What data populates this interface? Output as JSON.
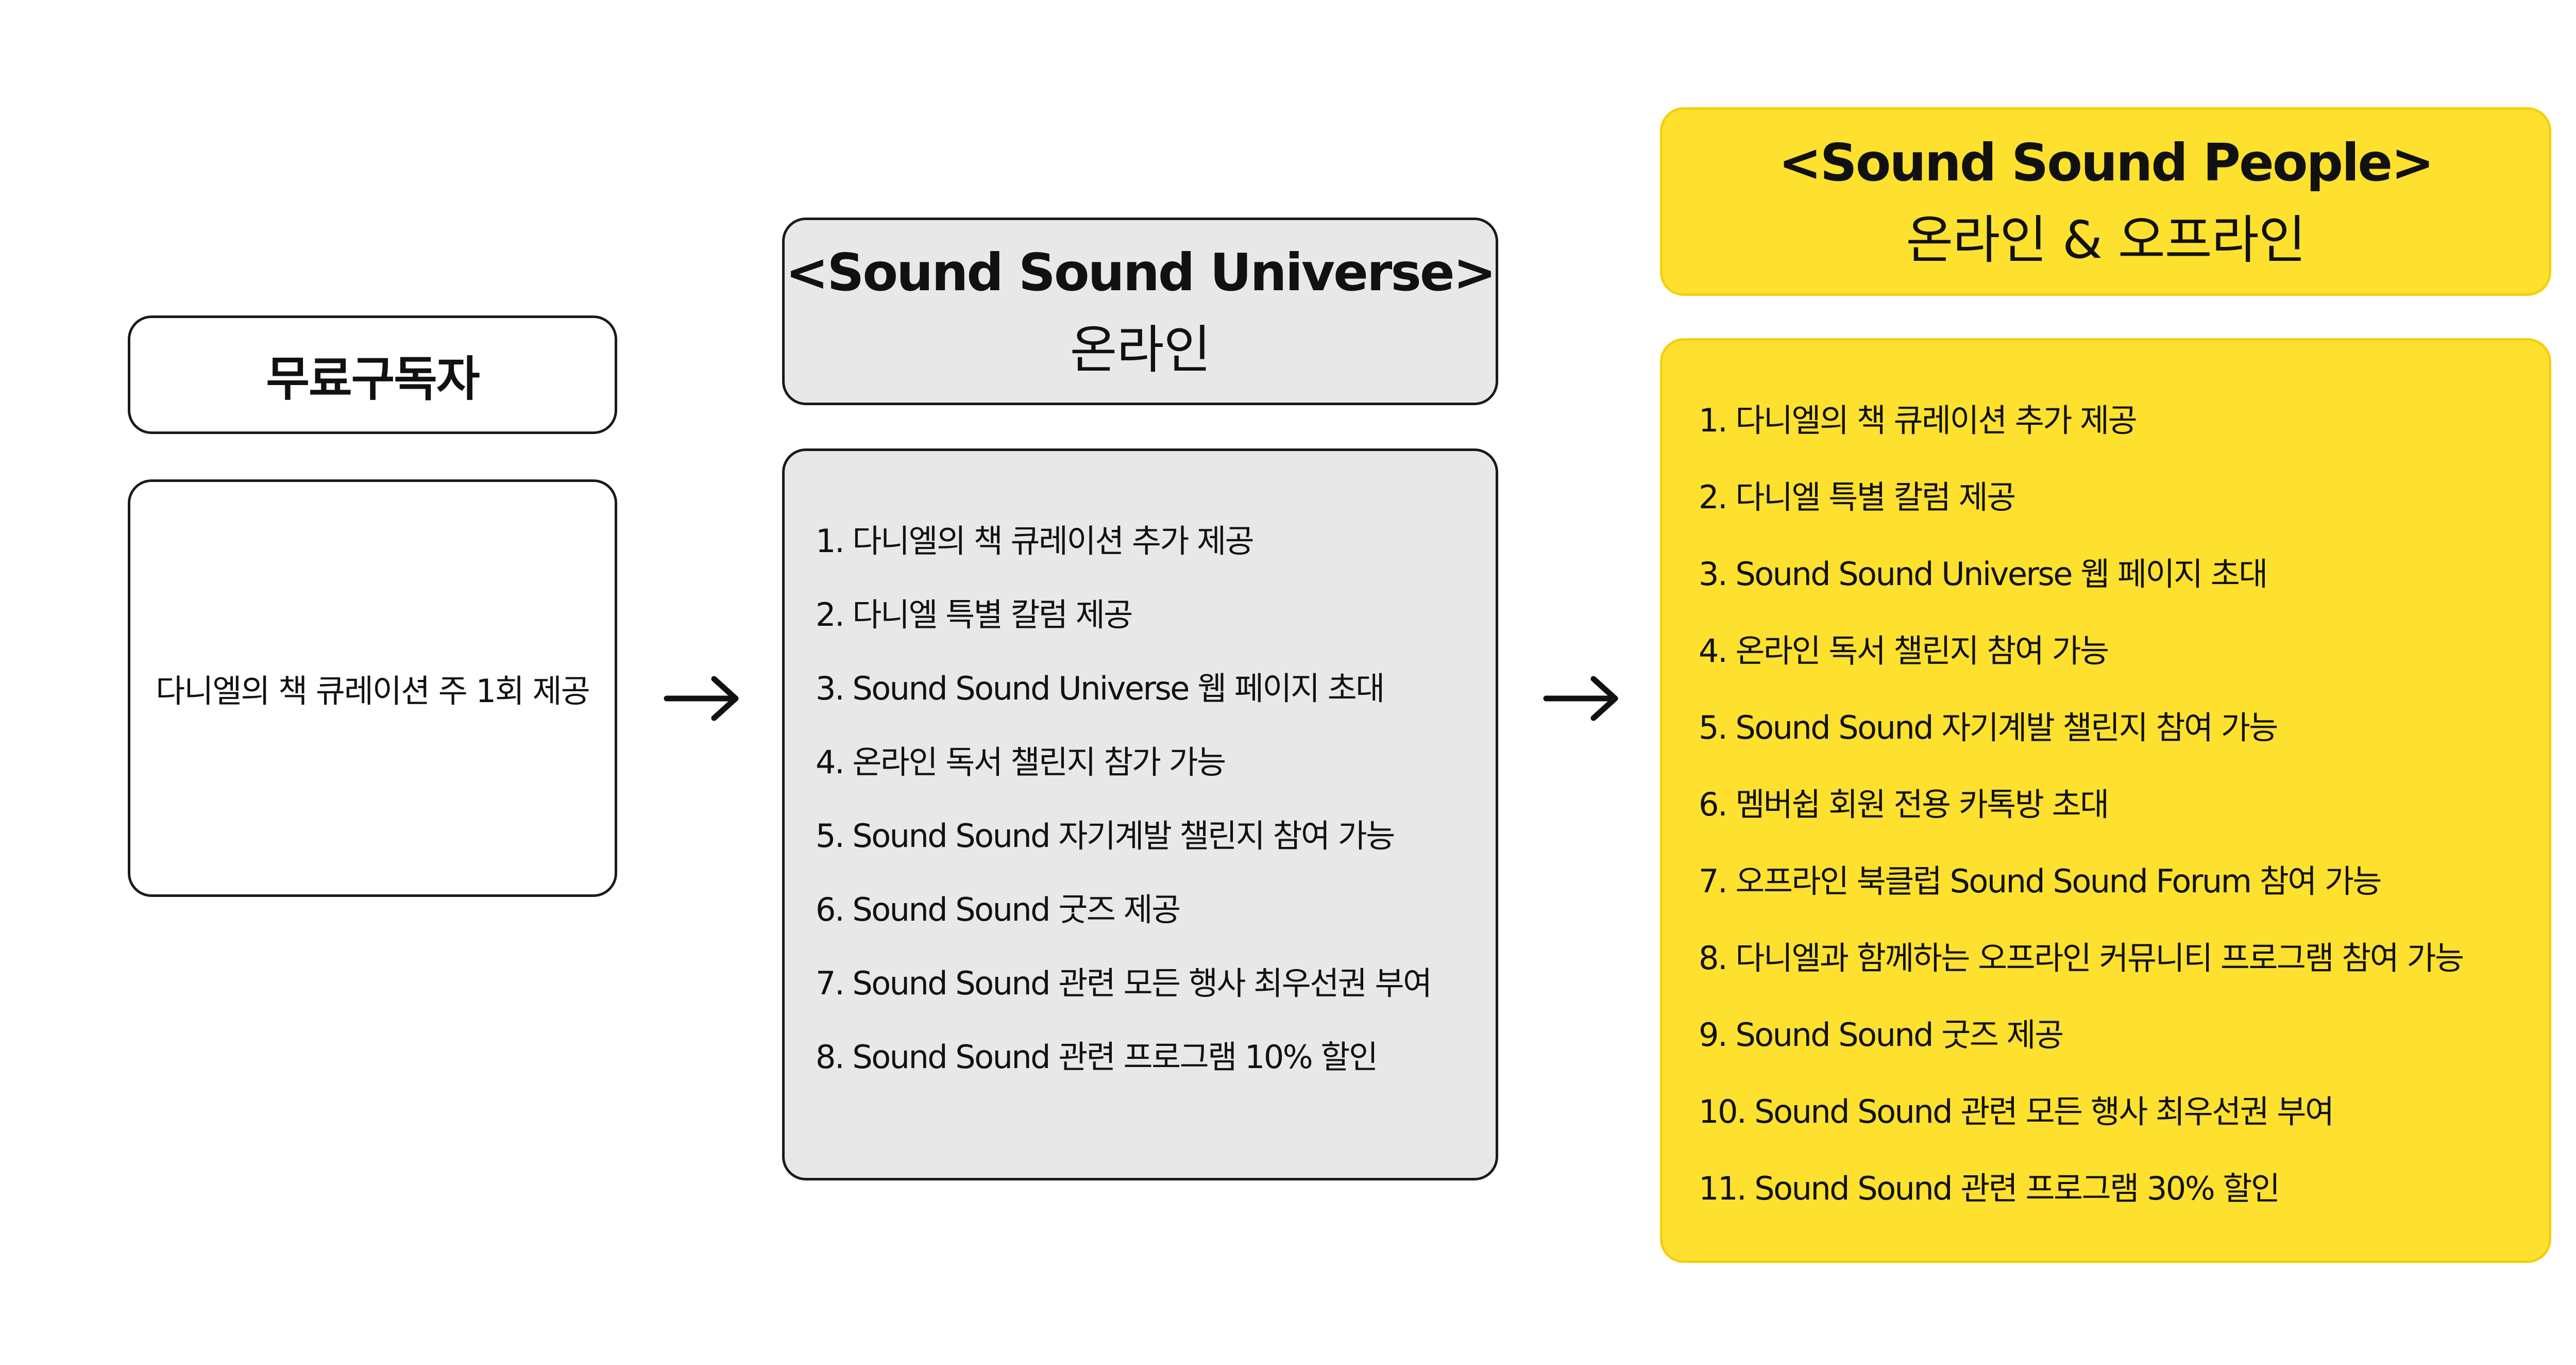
{
  "free_tier": {
    "title": "무료구독자",
    "description": "다니엘의 책 큐레이션 주 1회 제공"
  },
  "universe_tier": {
    "title_en": "<Sound Sound Universe>",
    "title_ko": "온라인",
    "benefits": [
      "1. 다니엘의 책 큐레이션 추가 제공",
      "2. 다니엘 특별 칼럼 제공",
      "3. Sound Sound Universe 웹 페이지 초대",
      "4. 온라인 독서 챌린지 참가 가능",
      "5. Sound Sound 자기계발 챌린지 참여 가능",
      "6. Sound Sound 굿즈 제공",
      "7. Sound Sound 관련 모든 행사 최우선권 부여",
      "8. Sound Sound 관련 프로그램 10% 할인"
    ]
  },
  "people_tier": {
    "title_en": "<Sound Sound People>",
    "title_ko": "온라인 & 오프라인",
    "benefits": [
      "1. 다니엘의 책 큐레이션 추가 제공",
      "2. 다니엘 특별 칼럼 제공",
      "3. Sound Sound Universe 웹 페이지 초대",
      "4. 온라인 독서 챌린지 참여 가능",
      "5. Sound Sound 자기계발 챌린지 참여 가능",
      "6. 멤버쉽 회원 전용 카톡방 초대",
      "7. 오프라인 북클럽 Sound Sound Forum 참여 가능",
      "8. 다니엘과 함께하는 오프라인 커뮤니티 프로그램 참여 가능",
      "9. Sound Sound 굿즈 제공",
      "10. Sound Sound 관련 모든 행사 최우선권 부여",
      "11. Sound Sound 관련 프로그램 30% 할인"
    ]
  },
  "icons": {
    "connector": "arrow-right-icon"
  },
  "colors": {
    "yellow_fill": "#fde12e",
    "gray_fill": "#e8e8e8",
    "outline": "#1a1a1a"
  }
}
